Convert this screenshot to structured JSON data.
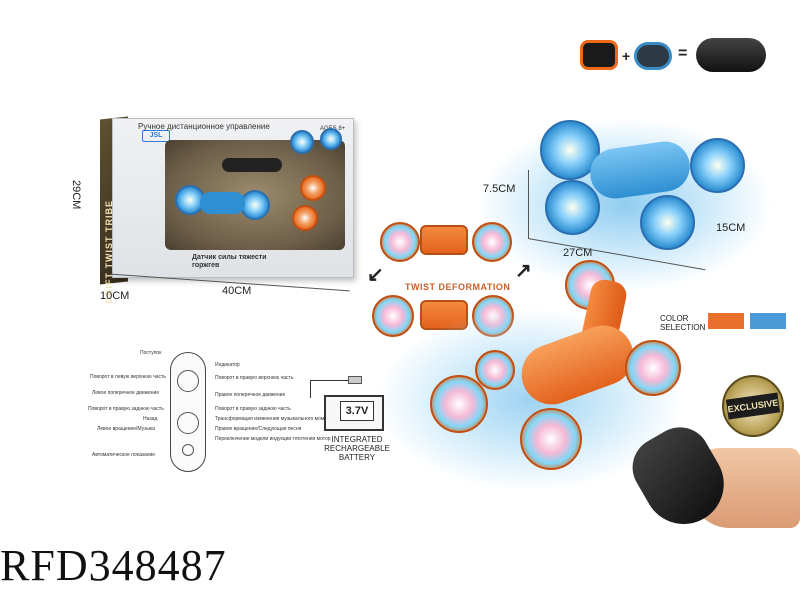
{
  "package": {
    "height_label": "29CM",
    "width_label": "40CM",
    "depth_label": "10CM",
    "brand": "JSL",
    "title_line": "Ручное дистанционное управление",
    "age_line": "AGES 8+",
    "side_text": "DRIFT TWIST TRIBE",
    "bottom_text": "Датчик силы тяжести горжгев"
  },
  "product": {
    "height_label": "7.5CM",
    "length_label": "27CM",
    "width_label": "15CM",
    "twist_label": "TWIST DEFORMATION"
  },
  "color_selection": {
    "label_line1": "COLOR",
    "label_line2": "SELECTION",
    "colors": [
      "#e8702a",
      "#4a9ad8"
    ]
  },
  "combo": {
    "plus": "+",
    "equals": "="
  },
  "badge": {
    "text": "EXCLUSIVE"
  },
  "remote_diagram": {
    "left_labels": [
      "Поворот в левую верхнюю часть",
      "Левое поперечное движение",
      "Поворот в правую заднюю часть",
      "Назад",
      "Левое вращение/Музыка",
      "Автоматическое показание"
    ],
    "right_labels": [
      "Индикатор",
      "Поворот в правую верхнюю часть",
      "Правое поперечное движение",
      "Поворот в правую заднюю часть",
      "Трансформация изменения музыкального момента",
      "Правое вращение/Следующая песня",
      "Переключение модели индукции тяготения мотор"
    ],
    "top_labels": [
      "Поступок"
    ]
  },
  "battery": {
    "voltage": "3.7V",
    "line1": "INTEGRATED",
    "line2": "RECHARGEABLE",
    "line3": "BATTERY"
  },
  "item_code": "RFD348487"
}
